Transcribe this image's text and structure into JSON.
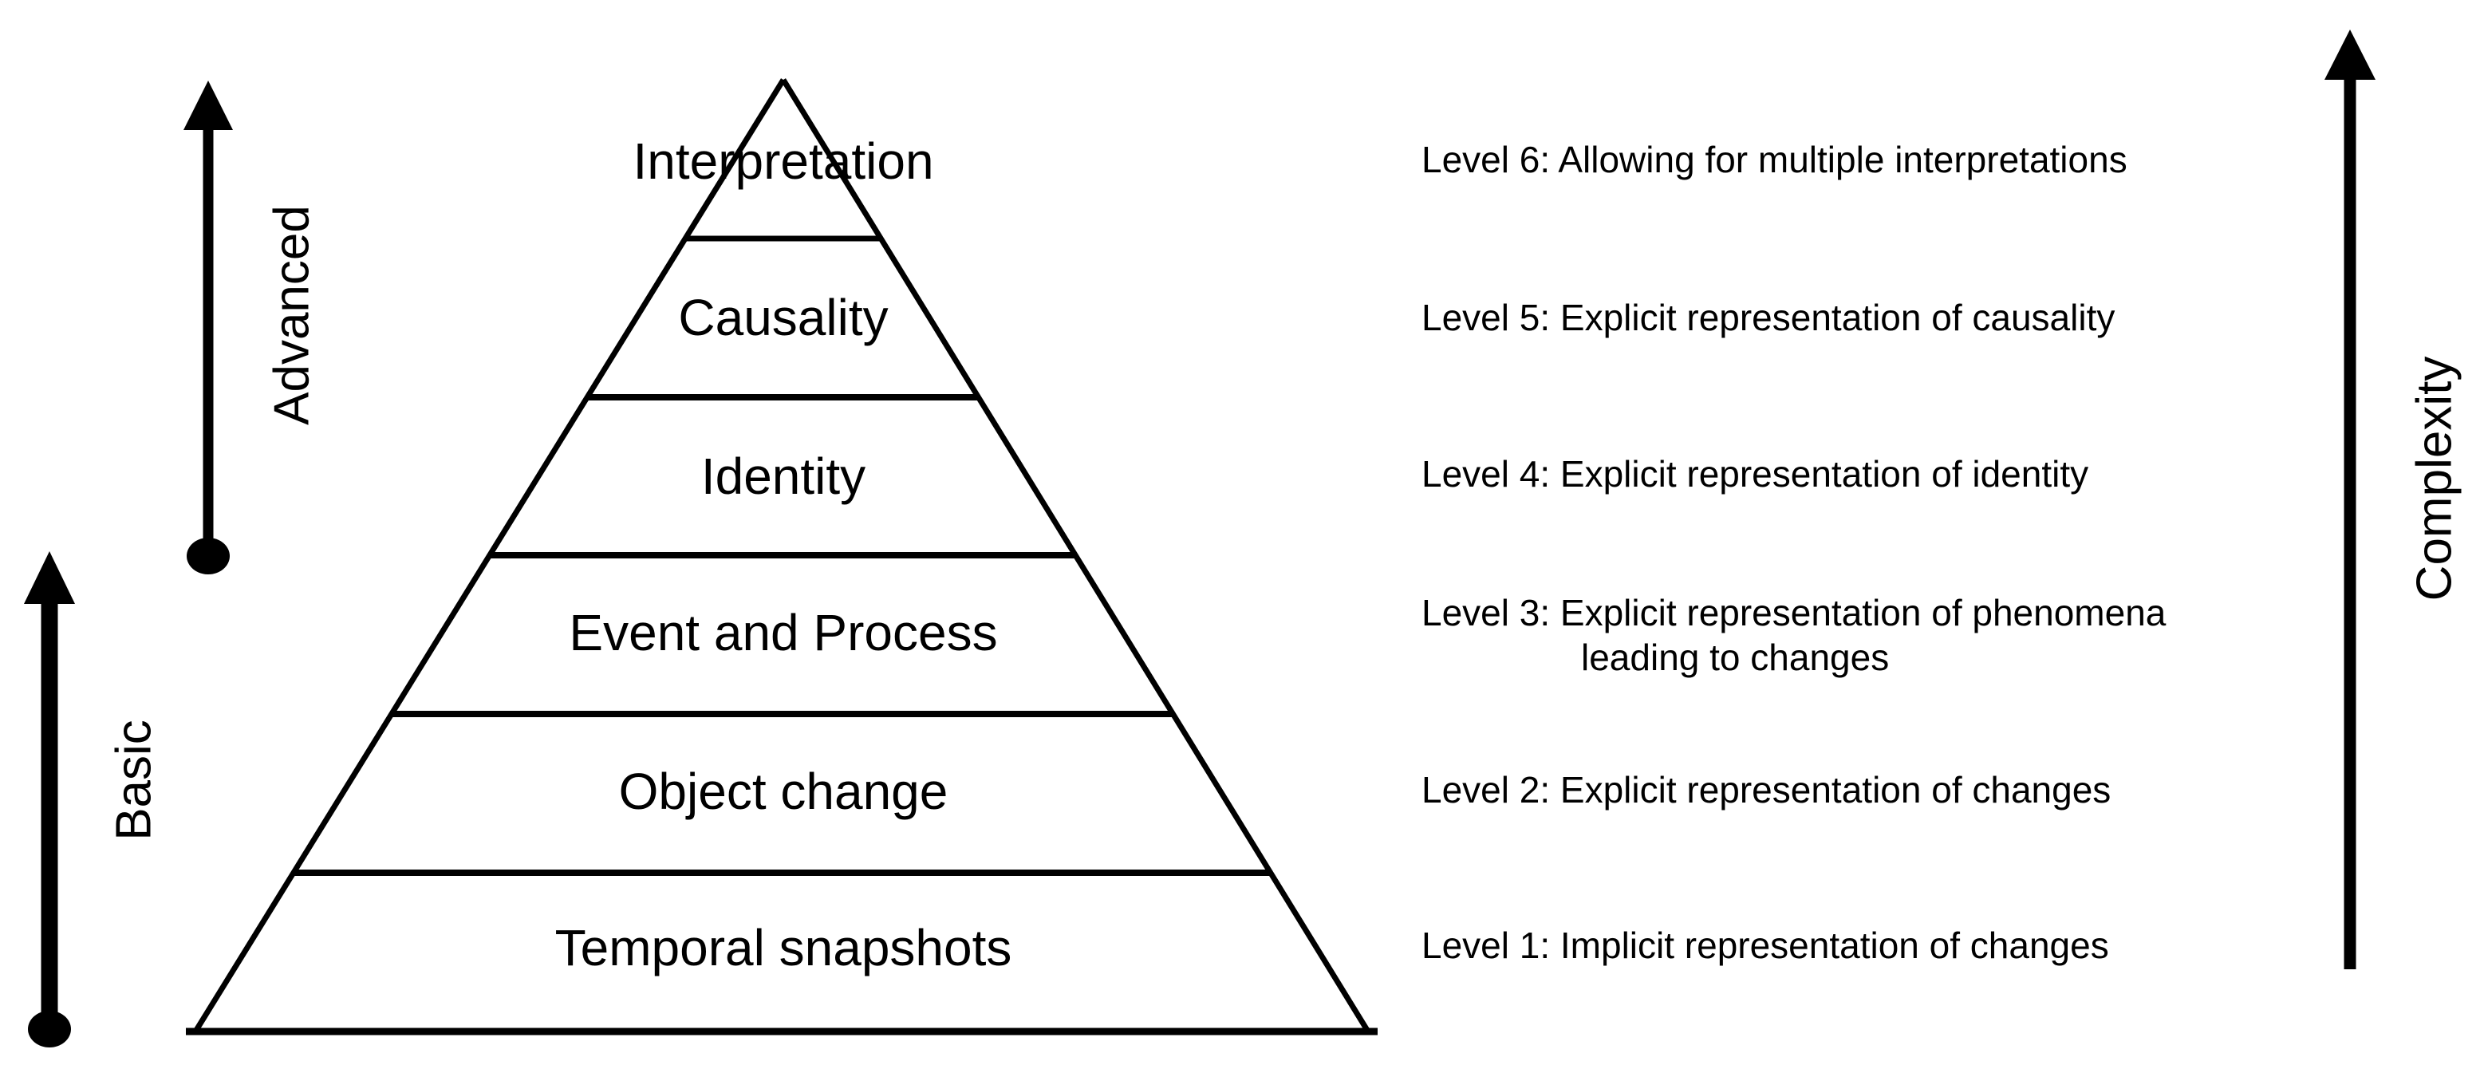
{
  "pyramid": {
    "levels": [
      {
        "level": 6,
        "label": "Interpretation",
        "description": "Level 6: Allowing for multiple interpretations"
      },
      {
        "level": 5,
        "label": "Causality",
        "description": "Level 5: Explicit representation of causality"
      },
      {
        "level": 4,
        "label": "Identity",
        "description": "Level 4: Explicit representation of identity"
      },
      {
        "level": 3,
        "label": "Event and Process",
        "description": "Level 3: Explicit representation of phenomena",
        "description_line2": "leading to changes"
      },
      {
        "level": 2,
        "label": "Object change",
        "description": "Level 2: Explicit representation of changes"
      },
      {
        "level": 1,
        "label": "Temporal snapshots",
        "description": "Level 1: Implicit representation of changes"
      }
    ]
  },
  "axes": {
    "left_upper_label": "Advanced",
    "left_lower_label": "Basic",
    "right_label": "Complexity"
  },
  "colors": {
    "ink": "#000000",
    "background": "#ffffff"
  }
}
